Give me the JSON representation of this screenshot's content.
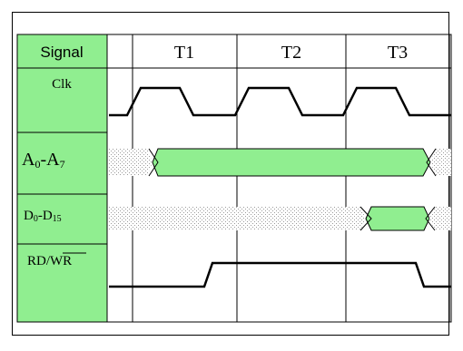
{
  "header": {
    "signal_label": "Signal",
    "periods": [
      "T1",
      "T2",
      "T3"
    ]
  },
  "signals": [
    {
      "label": "Clk"
    },
    {
      "label_main": "A",
      "label_sub": "0",
      "label_dash": "-A",
      "label_sub2": "7"
    },
    {
      "label_main": "D",
      "label_sub": "0",
      "label_dash": "-D",
      "label_sub2": "15"
    },
    {
      "label_rd": "RD/",
      "label_wr": "WR"
    }
  ],
  "colors": {
    "label_fill": "#90ee90",
    "bus_fill": "#90ee90",
    "hatch": "#c8c8c8",
    "line": "#000000"
  }
}
